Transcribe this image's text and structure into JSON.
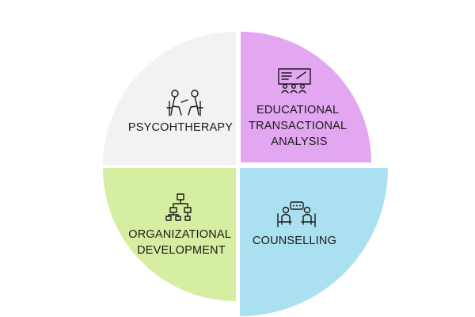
{
  "quadrants": [
    {
      "lines": [
        "PSYCOHTHERAPY"
      ],
      "color": "#f2f2f2",
      "icon": "therapy-session-icon"
    },
    {
      "lines": [
        "EDUCATIONAL",
        "TRANSACTIONAL",
        "ANALYSIS"
      ],
      "color": "#e3a6f0",
      "icon": "classroom-presentation-icon"
    },
    {
      "lines": [
        "ORGANIZATIONAL",
        "DEVELOPMENT"
      ],
      "color": "#d5eea2",
      "icon": "org-chart-icon"
    },
    {
      "lines": [
        "COUNSELLING"
      ],
      "color": "#abe0f1",
      "icon": "counselling-conversation-icon"
    }
  ]
}
